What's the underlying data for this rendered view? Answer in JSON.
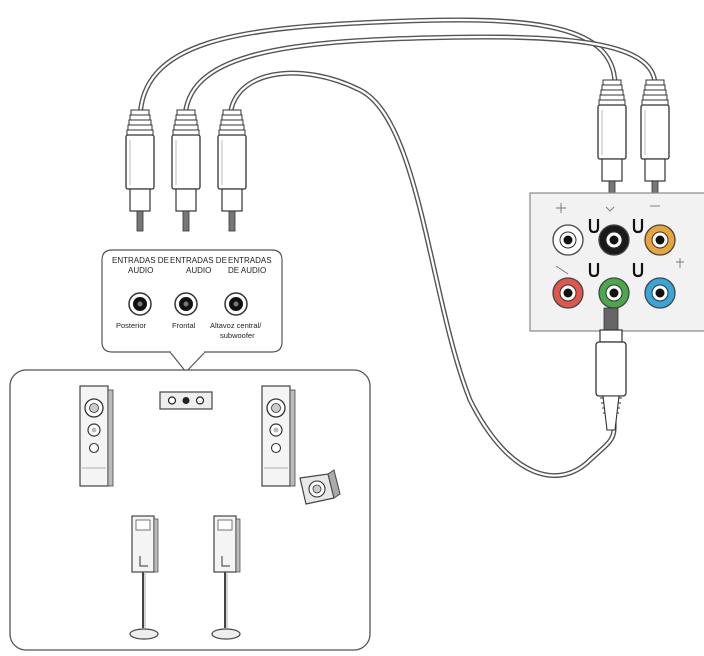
{
  "panel": {
    "inputs": [
      {
        "line1": "ENTRADAS DE",
        "line2": "AUDIO"
      },
      {
        "line1": "ENTRADAS DE",
        "line2": "AUDIO"
      },
      {
        "line1": "ENTRADAS",
        "line2": "DE AUDIO"
      }
    ],
    "jacks": [
      {
        "line1": "Posterior",
        "line2": ""
      },
      {
        "line1": "Frontal",
        "line2": ""
      },
      {
        "line1": "Altavoz central/",
        "line2": "subwoofer"
      }
    ]
  },
  "colors": {
    "pink": "#e0564a",
    "green": "#4aa84a",
    "blue": "#38a6d8",
    "orange": "#e8a53a",
    "black": "#1a1a1a",
    "white": "#ffffff"
  }
}
